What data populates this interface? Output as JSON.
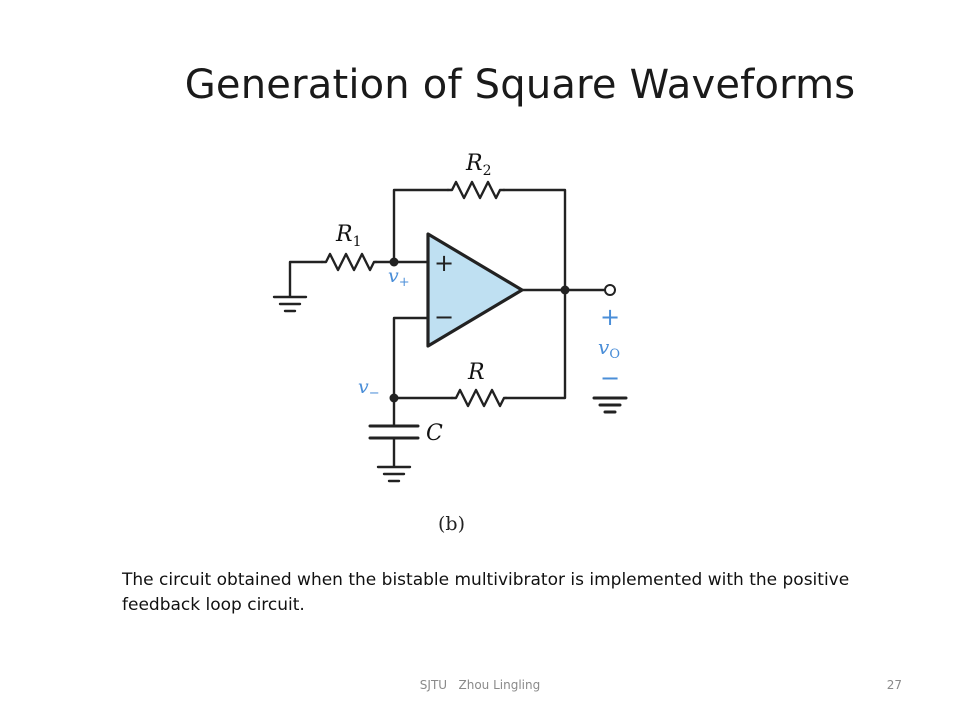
{
  "slide": {
    "title": "Generation of Square Waveforms",
    "caption": "The circuit obtained when the bistable multivibrator is implemented with the positive feedback loop circuit.",
    "footer_text": "SJTU   Zhou Lingling",
    "page_number": "27"
  },
  "diagram": {
    "label_r1": "R",
    "label_r1_sub": "1",
    "label_r2": "R",
    "label_r2_sub": "2",
    "label_r": "R",
    "label_c": "C",
    "label_vplus": "v",
    "label_vplus_sub": "+",
    "label_vminus": "v",
    "label_vminus_sub": "−",
    "label_vo": "v",
    "label_vo_sub": "O",
    "opamp_plus": "+",
    "opamp_minus": "−",
    "output_plus": "+",
    "output_minus": "−",
    "panel_label": "(b)"
  },
  "colors": {
    "opamp_fill": "#bfe0f2",
    "label_blue": "#4a8ed8",
    "wire": "#222222"
  }
}
